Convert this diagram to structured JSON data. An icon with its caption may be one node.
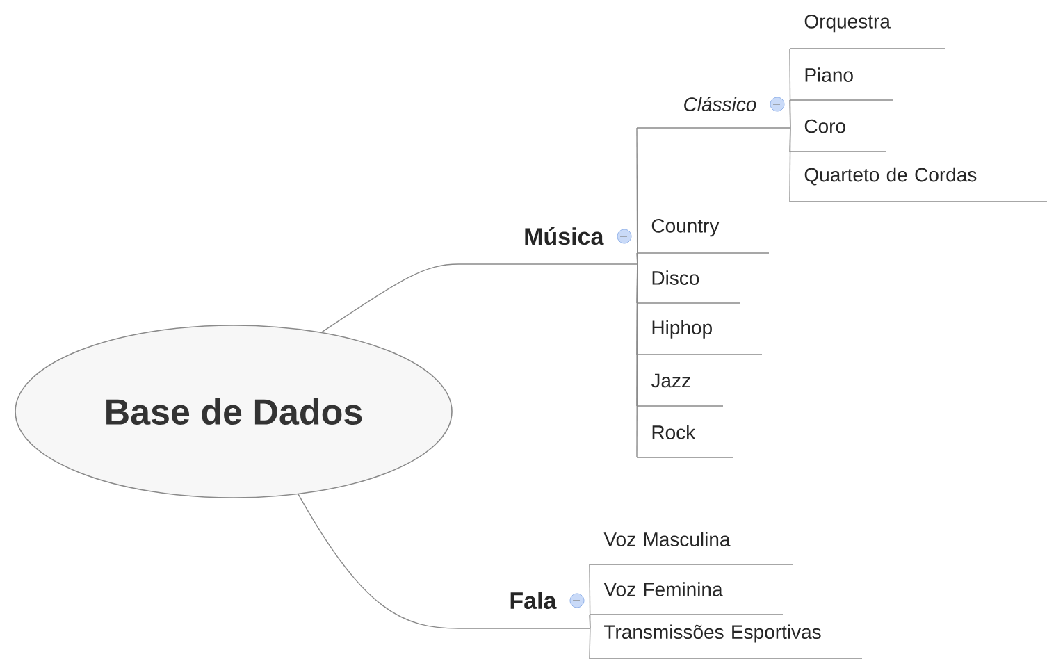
{
  "diagram": {
    "nodes": [
      {
        "text": [
          "Base de Dados"
        ]
      },
      {
        "text": [
          "Música"
        ]
      },
      {
        "text": [
          "Clássico"
        ]
      },
      {
        "text": [
          "Orquestra"
        ]
      },
      {
        "text": [
          "Piano"
        ]
      },
      {
        "text": [
          "Coro"
        ]
      },
      {
        "text": [
          "Quarteto de Cordas"
        ]
      },
      {
        "text": [
          "Country"
        ]
      },
      {
        "text": [
          "Disco"
        ]
      },
      {
        "text": [
          "Hiphop"
        ]
      },
      {
        "text": [
          "Jazz"
        ]
      },
      {
        "text": [
          "Rock"
        ]
      },
      {
        "text": [
          "Fala"
        ]
      },
      {
        "text": [
          "Voz Masculina"
        ]
      },
      {
        "text": [
          "Voz Feminina"
        ]
      },
      {
        "text": [
          "Transmissões Esportivas"
        ]
      }
    ],
    "edges": [
      {
        "from": 0,
        "to": 1,
        "arrow": "none"
      },
      {
        "from": 0,
        "to": 12,
        "arrow": "none"
      },
      {
        "from": 1,
        "to": 2,
        "arrow": "none"
      },
      {
        "from": 1,
        "to": 7,
        "arrow": "none"
      },
      {
        "from": 1,
        "to": 8,
        "arrow": "none"
      },
      {
        "from": 1,
        "to": 9,
        "arrow": "none"
      },
      {
        "from": 1,
        "to": 10,
        "arrow": "none"
      },
      {
        "from": 1,
        "to": 11,
        "arrow": "none"
      },
      {
        "from": 2,
        "to": 3,
        "arrow": "none"
      },
      {
        "from": 2,
        "to": 4,
        "arrow": "none"
      },
      {
        "from": 2,
        "to": 5,
        "arrow": "none"
      },
      {
        "from": 2,
        "to": 6,
        "arrow": "none"
      },
      {
        "from": 12,
        "to": 13,
        "arrow": "none"
      },
      {
        "from": 12,
        "to": 14,
        "arrow": "none"
      },
      {
        "from": 12,
        "to": 15,
        "arrow": "none"
      }
    ]
  }
}
